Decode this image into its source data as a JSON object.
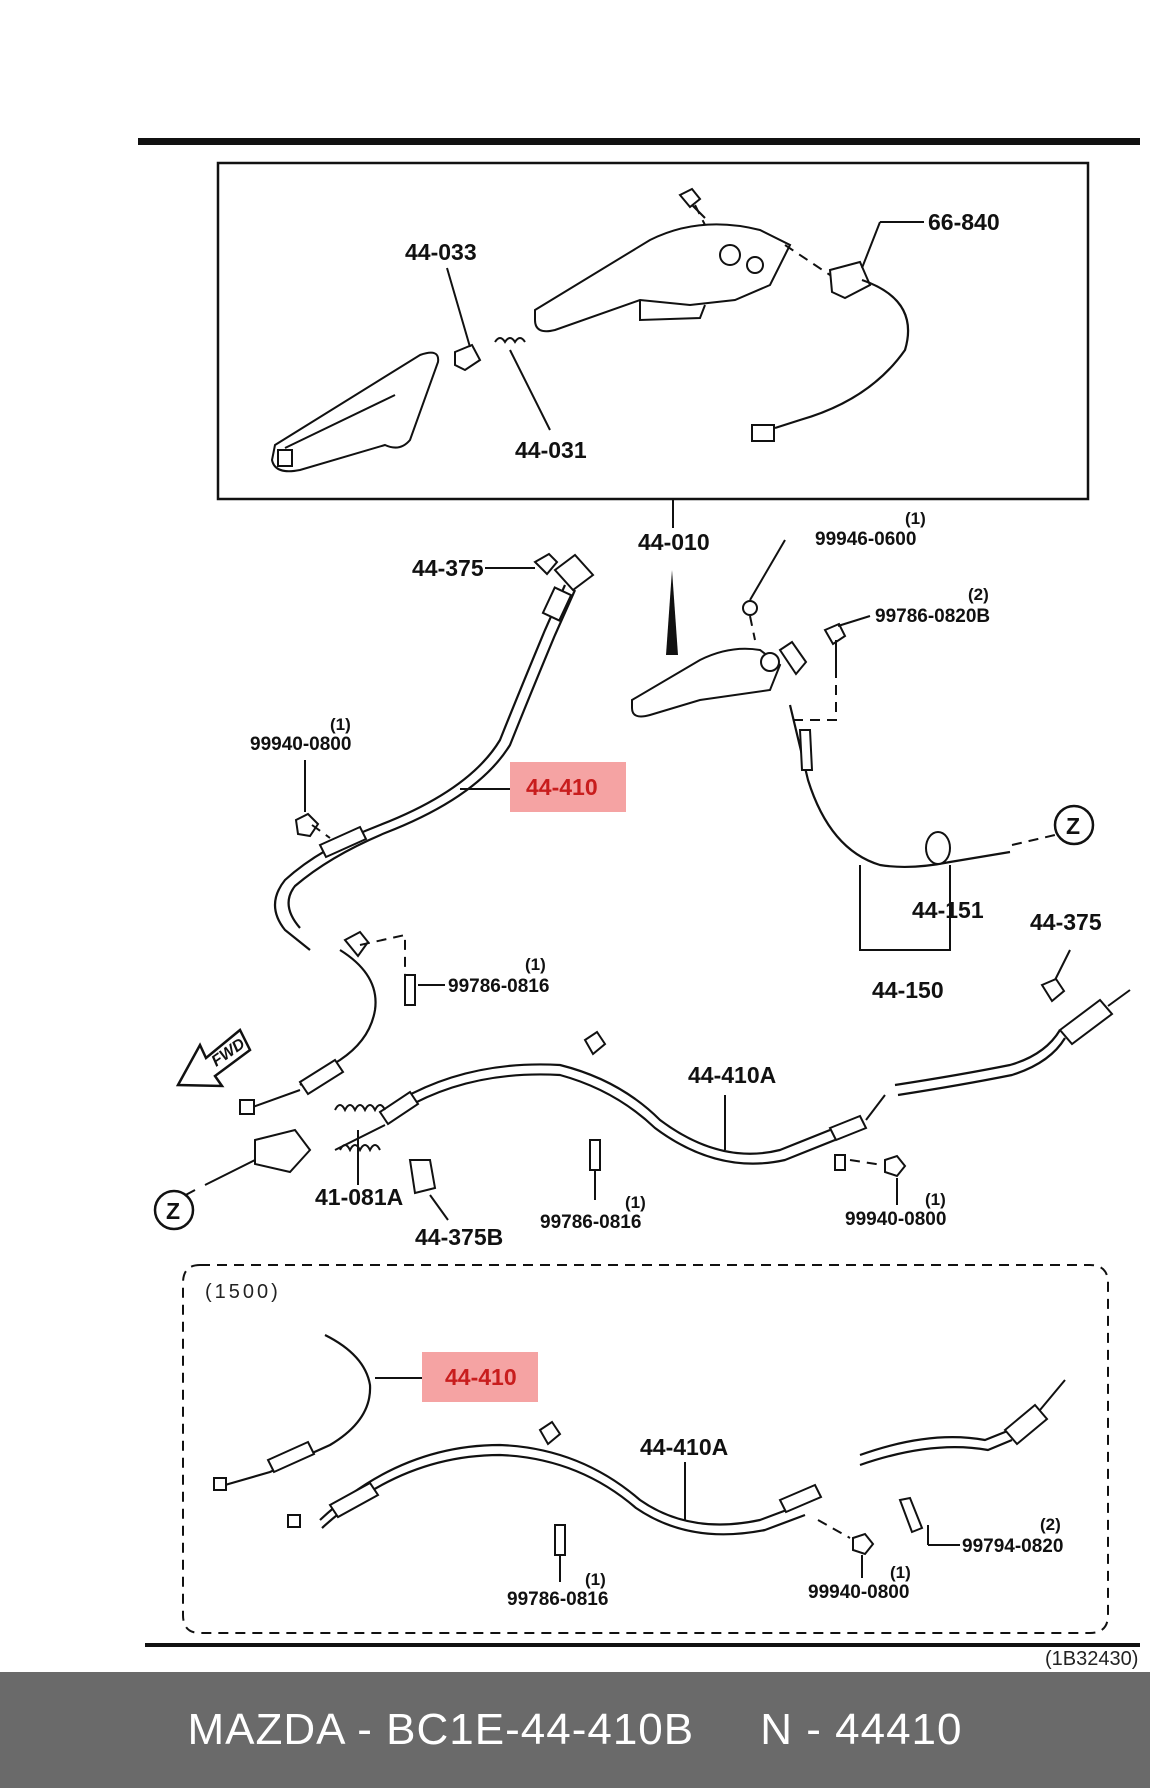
{
  "callouts": {
    "c44033": "44-033",
    "c44031": "44-031",
    "c66840": "66-840",
    "c44010": "44-010",
    "c44375a": "44-375",
    "c44410": "44-410",
    "c99940a": "99940-0800",
    "c99940a_qty": "(1)",
    "c99946": "99946-0600",
    "c99946_qty": "(1)",
    "c99786a": "99786-0820B",
    "c99786a_qty": "(2)",
    "c44151": "44-151",
    "c44150": "44-150",
    "c44375b": "44-375",
    "c99786b": "99786-0816",
    "c99786b_qty": "(1)",
    "c44410a": "44-410A",
    "c41081a": "41-081A",
    "c44375B": "44-375B",
    "c99786c": "99786-0816",
    "c99786c_qty": "(1)",
    "c99940b": "99940-0800",
    "c99940b_qty": "(1)",
    "z_mark": "Z",
    "fwd": "FWD"
  },
  "inset": {
    "variant": "(1500)",
    "c44410": "44-410",
    "c44410a": "44-410A",
    "c99794": "99794-0820",
    "c99794_qty": "(2)",
    "c99786": "99786-0816",
    "c99786_qty": "(1)",
    "c99940": "99940-0800",
    "c99940_qty": "(1)"
  },
  "reference_code": "(1B32430)",
  "footer": {
    "text": "MAZDA - BC1E-44-410B     N - 44410"
  },
  "colors": {
    "highlight": "#f5a3a3",
    "highlight_text": "#c81d1d",
    "footer_bg": "#6a6a6a"
  }
}
